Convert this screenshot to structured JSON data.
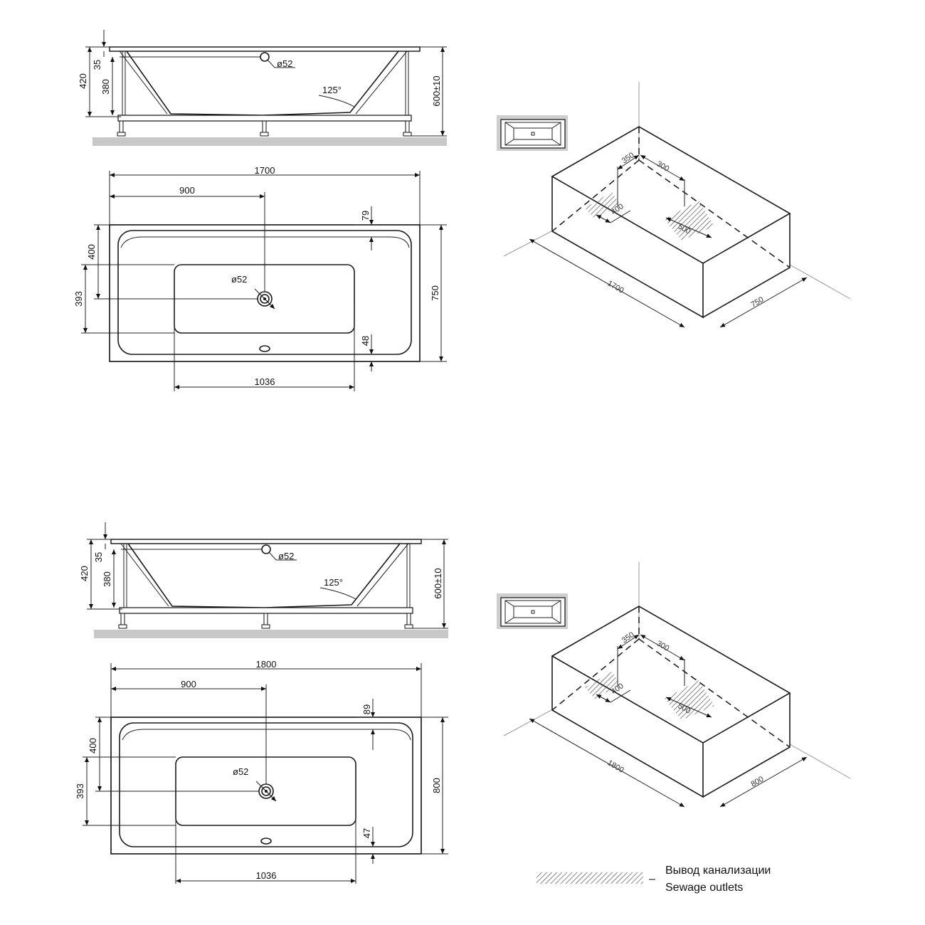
{
  "variants": [
    {
      "side": {
        "d_height": "420",
        "d_rim": "35",
        "d_depth": "380",
        "d_total": "600±10",
        "d_drain": "ø52",
        "d_angle": "125°"
      },
      "plan": {
        "d_length": "1700",
        "d_drain_x": "900",
        "d_width": "750",
        "d_top": "79",
        "d_bottom": "48",
        "d_left1": "400",
        "d_left2": "393",
        "d_drain": "ø52",
        "d_floor": "1036"
      },
      "iso": {
        "d_a": "350",
        "d_b": "300",
        "d_c": "400",
        "d_d": "500",
        "d_len": "1700",
        "d_wid": "750"
      }
    },
    {
      "side": {
        "d_height": "420",
        "d_rim": "35",
        "d_depth": "380",
        "d_total": "600±10",
        "d_drain": "ø52",
        "d_angle": "125°"
      },
      "plan": {
        "d_length": "1800",
        "d_drain_x": "900",
        "d_width": "800",
        "d_top": "89",
        "d_bottom": "47",
        "d_left1": "400",
        "d_left2": "393",
        "d_drain": "ø52",
        "d_floor": "1036"
      },
      "iso": {
        "d_a": "350",
        "d_b": "300",
        "d_c": "400",
        "d_d": "500",
        "d_len": "1800",
        "d_wid": "800"
      }
    }
  ],
  "legend": {
    "dash": "–",
    "line_ru": "Вывод канализации",
    "line_en": "Sewage outlets"
  }
}
